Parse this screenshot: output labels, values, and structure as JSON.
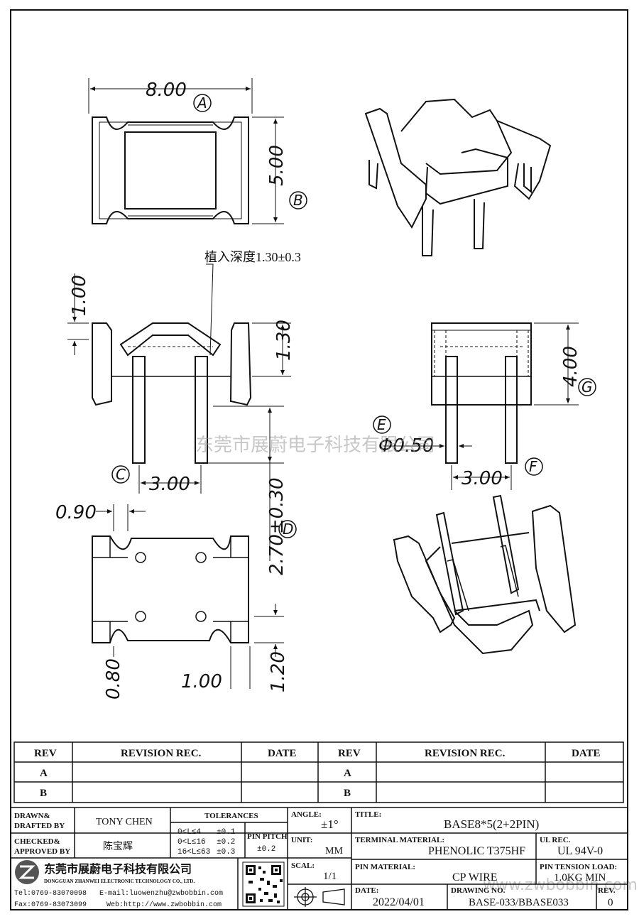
{
  "drawing": {
    "dims": {
      "width_top": "8.00",
      "height_top": "5.00",
      "dim_1_00": "1.00",
      "dim_1_30": "1.30",
      "dim_4_00": "4.00",
      "pitch_front": "3.00",
      "pitch_side": "3.00",
      "pin_length": "2.70±0.30",
      "slot_w": "0.90",
      "slot_offset": "0.80",
      "bottom_1_00": "1.00",
      "bottom_1_20": "1.20",
      "pin_dia": "Φ0.50"
    },
    "markers": {
      "a": "A",
      "b": "B",
      "c": "C",
      "d": "D",
      "e": "E",
      "f": "F",
      "g": "G"
    },
    "note": "植入深度1.30±0.3",
    "watermark": "东莞市展蔚电子科技有限公司",
    "watermark_url": "www.zwbobbin.com"
  },
  "revision_table": {
    "headers": [
      "REV",
      "REVISION REC.",
      "DATE",
      "REV",
      "REVISION REC.",
      "DATE"
    ],
    "rows": [
      [
        "A",
        "",
        "",
        "A",
        "",
        ""
      ],
      [
        "B",
        "",
        "",
        "B",
        "",
        ""
      ]
    ]
  },
  "title_block": {
    "drawn_label": "DRAWN&",
    "drafted_label": "DRAFTED BY",
    "drawn_by": "TONY CHEN",
    "checked_label": "CHECKED&",
    "approved_label": "APPROVED BY",
    "approved_by": "陈宝辉",
    "tolerances_label": "TOLERANCES",
    "tol_rows": [
      {
        "range": "0<L≤4",
        "tol": "±0.1"
      },
      {
        "range": "0<L≤16",
        "tol": "±0.2"
      },
      {
        "range": "16<L≤63",
        "tol": "±0.3"
      }
    ],
    "pin_pitch_label": "PIN PITCH",
    "pin_pitch_tol": "±0.2",
    "angle_label": "ANGLE:",
    "angle": "±1°",
    "unit_label": "UNIT:",
    "unit": "MM",
    "scale_label": "SCAL:",
    "scale": "1/1",
    "title_label": "TITLE:",
    "title": "BASE8*5(2+2PIN)",
    "terminal_material_label": "TERMINAL MATERIAL:",
    "terminal_material": "PHENOLIC T375HF",
    "ul_rec_label": "UL REC.",
    "ul_rec": "UL 94V-0",
    "pin_material_label": "PIN MATERIAL:",
    "pin_material": "CP WIRE",
    "pin_tension_label": "PIN TENSION LOAD:",
    "pin_tension": "1.0KG MIN",
    "date_label": "DATE:",
    "date": "2022/04/01",
    "drawing_no_label": "DRAWING NO.",
    "drawing_no": "BASE-033/BBASE033",
    "rev_label": "REV.",
    "rev": "0",
    "company_cn": "东莞市展蔚电子科技有限公司",
    "company_en": "DONGGUAN ZHANWEI ELECTRONIC TECHNOLOGY CO., LTD.",
    "tel": "Tel:0769-83070098",
    "email": "E-mail:luowenzhu@zwbobbin.com",
    "fax": "Fax:0769-83073099",
    "web": "Web:http://www.zwbobbin.com"
  }
}
